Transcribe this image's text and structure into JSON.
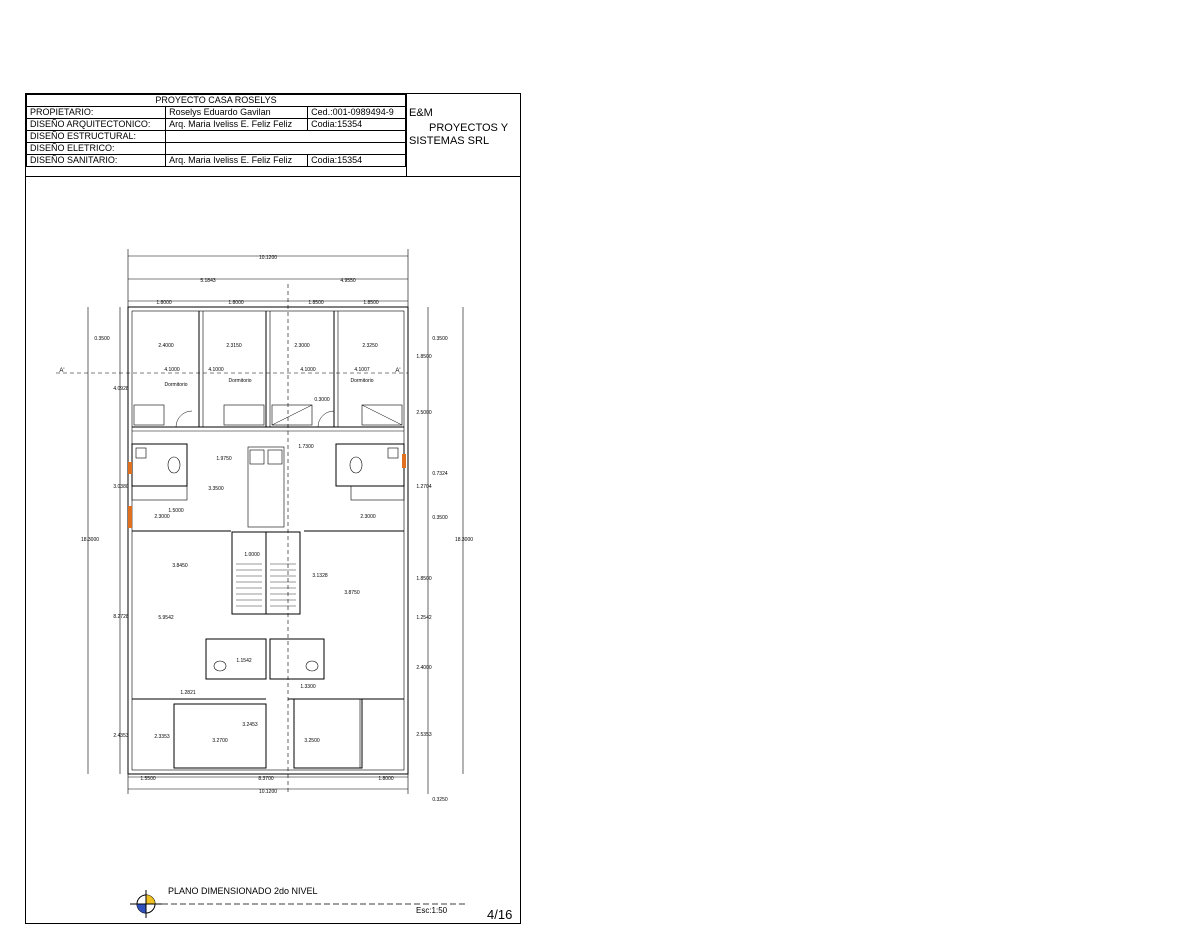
{
  "title_block": {
    "project_title": "PROYECTO CASA ROSELYS",
    "rows": [
      {
        "label": "PROPIETARIO:",
        "value": "Roselys Eduardo Gavilan",
        "code": "Ced.:001-0989494-9"
      },
      {
        "label": "DISEÑO ARQUITECTONICO:",
        "value": "Arq. Maria Iveliss E. Feliz Feliz",
        "code": "Codia:15354"
      },
      {
        "label": "DISEÑO ESTRUCTURAL:",
        "value": "",
        "code": ""
      },
      {
        "label": "DISEÑO ELETRICO:",
        "value": "",
        "code": ""
      },
      {
        "label": "DISEÑO SANITARIO:",
        "value": "Arq. Maria Iveliss E. Feliz Feliz",
        "code": "Codia:15354"
      }
    ],
    "firm_line1": "E&M",
    "firm_line2": "PROYECTOS Y",
    "firm_line3": "SISTEMAS SRL"
  },
  "plan": {
    "title": "PLANO DIMENSIONADO 2do NIVEL",
    "scale": "Esc:1:50",
    "sheet_number": "4/16",
    "section_mark": "A'",
    "dims": {
      "total_width_top": "10.1200",
      "top_left": "5.1843",
      "top_right": "4.9550",
      "top_a": "1.8000",
      "top_b": "1.8000",
      "top_c": "1.8500",
      "top_d": "1.8500",
      "total_height": "18.3000",
      "total_width_bottom": "10.1200",
      "bottom_left": "1.5500",
      "bottom_mid": "8.3700",
      "bottom_right": "1.8000",
      "left_a": "0.3500",
      "left_b": "4.0928",
      "left_c": "3.0380",
      "left_d": "8.2728",
      "left_e": "2.4353",
      "right_a": "0.3500",
      "right_b": "1.8500",
      "right_c": "2.5000",
      "right_d": "0.7324",
      "right_e": "1.2704",
      "right_f": "0.3500",
      "right_g": "1.8500",
      "right_h": "1.2542",
      "right_i": "2.4000",
      "right_j": "2.5353",
      "right_k": "0.3250",
      "inner_1": "2.4000",
      "inner_2": "2.3150",
      "inner_3": "2.3000",
      "inner_4": "2.3250",
      "inner_5": "4.1000",
      "inner_6": "4.1000",
      "inner_7": "4.1000",
      "inner_8": "4.1007",
      "inner_9": "0.3000",
      "inner_10": "1.7300",
      "inner_11": "1.9750",
      "inner_12": "3.3500",
      "inner_13": "1.5000",
      "inner_14": "2.3000",
      "inner_15": "3.8450",
      "inner_16": "5.9542",
      "inner_17": "3.1328",
      "inner_18": "3.8750",
      "inner_19": "1.1542",
      "inner_20": "1.2821",
      "inner_21": "3.2453",
      "inner_22": "3.2700",
      "inner_23": "3.2500",
      "inner_24": "2.3353",
      "inner_25": "1.3300",
      "inner_26": "1.0000",
      "room_label": "Dormitorio"
    }
  }
}
